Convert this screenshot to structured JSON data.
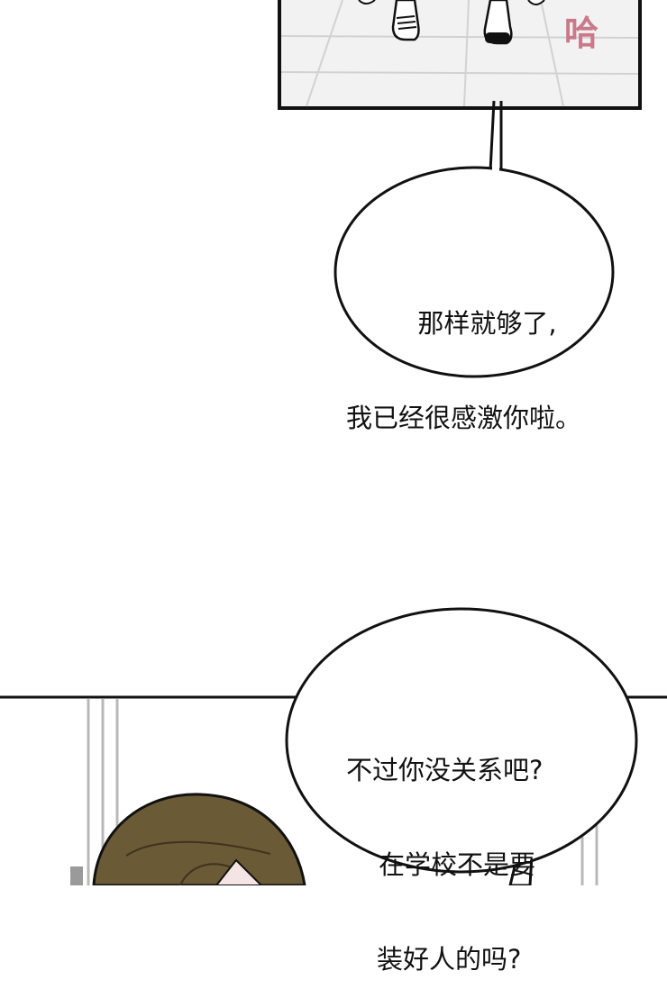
{
  "panel_top": {
    "sfx_text": "哈"
  },
  "bubble_one": {
    "lines": [
      "那样就够了,",
      "我已经很感激你啦。"
    ]
  },
  "bubble_two": {
    "lines": [
      "不过你没关系吧?",
      "在学校不是要",
      "装好人的吗?"
    ]
  },
  "colors": {
    "panel_floor": "#f0f0f0",
    "hair": "#6b5a36",
    "sfx": "#c97a8a"
  }
}
